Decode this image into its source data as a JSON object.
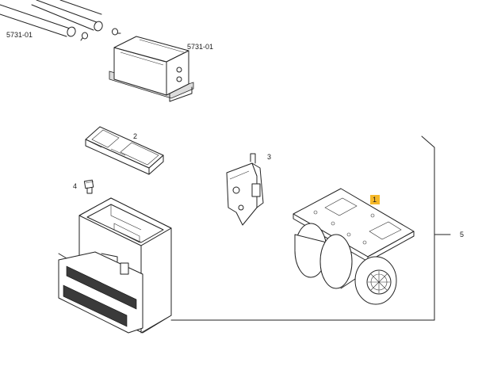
{
  "labels": {
    "ref_left": "5731-01",
    "ref_right": "5731-01",
    "item_1": "1",
    "item_2": "2",
    "item_3": "3",
    "item_4": "4",
    "item_5": "5"
  },
  "colors": {
    "highlight": "#f5b829",
    "line": "#222222",
    "background": "#ffffff"
  }
}
